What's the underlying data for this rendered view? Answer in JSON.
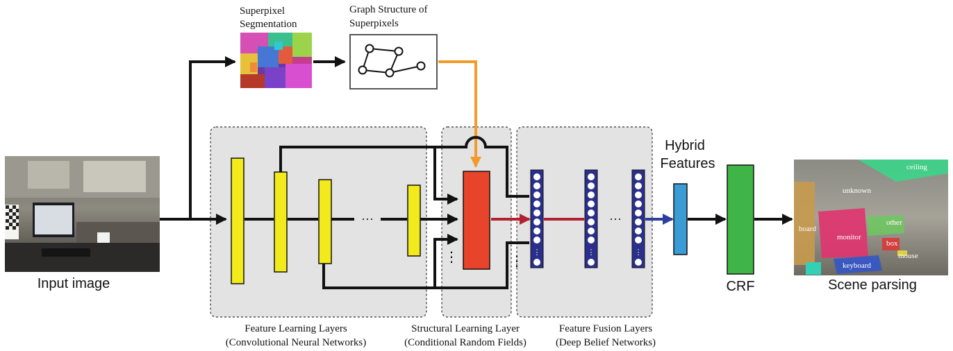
{
  "labels": {
    "input_image": "Input image",
    "superpixel_line1": "Superpixel",
    "superpixel_line2": "Segmentation",
    "graph_line1": "Graph Structure of",
    "graph_line2": "Superpixels",
    "hybrid_line1": "Hybrid",
    "hybrid_line2": "Features",
    "crf": "CRF",
    "scene_parsing": "Scene parsing",
    "ellipsis": "···",
    "vellipsis": "⋮"
  },
  "groups": {
    "feature_learning": {
      "title": "Feature Learning Layers",
      "subtitle": "(Convolutional Neural Networks)"
    },
    "structural_learning": {
      "title": "Structural Learning Layer",
      "subtitle": "(Conditional Random Fields)"
    },
    "feature_fusion": {
      "title": "Feature Fusion Layers",
      "subtitle": "(Deep Belief Networks)"
    }
  },
  "scene_labels": {
    "ceiling": "ceiling",
    "unknown": "unknown",
    "board": "board",
    "monitor": "monitor",
    "other": "other",
    "box": "box",
    "mouse": "mouse",
    "keyboard": "keyboard"
  },
  "colors": {
    "conv_layer": "#f2ea1b",
    "crf_layer": "#e8442b",
    "dbn_layer": "#2a2f8c",
    "hybrid_layer": "#3a9bd5",
    "crf_block": "#3fb548",
    "group_bg": "#e3e3e3",
    "graph_arrow": "#f39a2b",
    "red_arrow": "#b32030",
    "blue_arrow": "#2b3fa3"
  }
}
